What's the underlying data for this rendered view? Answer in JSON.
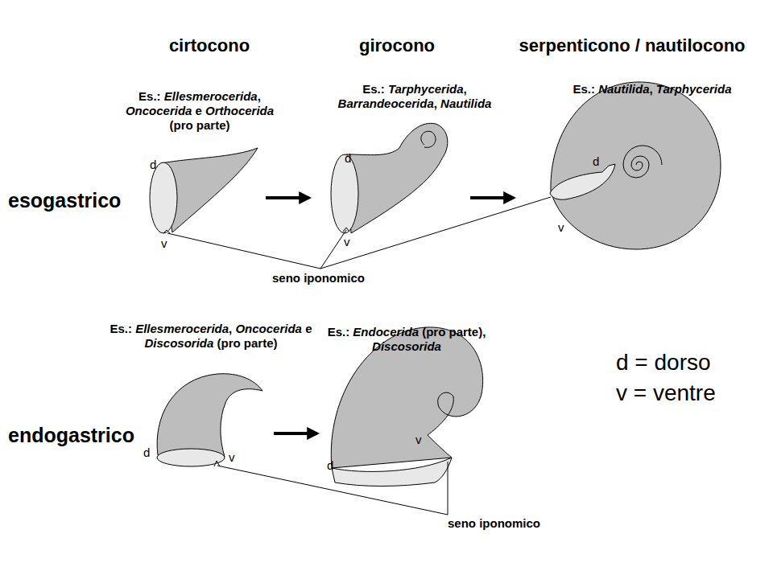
{
  "diagram": {
    "labels": [
      "cirtocono",
      "girocono",
      "serpenticono / nautilocono",
      "Es.: Ellesmerocerida, Oncocerida e Orthocerida (pro parte)",
      "Es.: Tarphycerida, Barrandeocerida, Nautilida",
      "Es.: Nautilida, Tarphycerida",
      "esogastrico",
      "d",
      "d",
      "d",
      "v",
      "v",
      "v",
      "seno iponomico",
      "Es.: Endocerida (pro parte), Discosorida",
      "Es.: Ellesmerocerida, Oncocerida e Discosorida (pro parte)",
      "endogastrico",
      "d = dorso",
      "v = ventre",
      "d",
      "v",
      "v",
      "d",
      "seno iponomico"
    ]
  }
}
